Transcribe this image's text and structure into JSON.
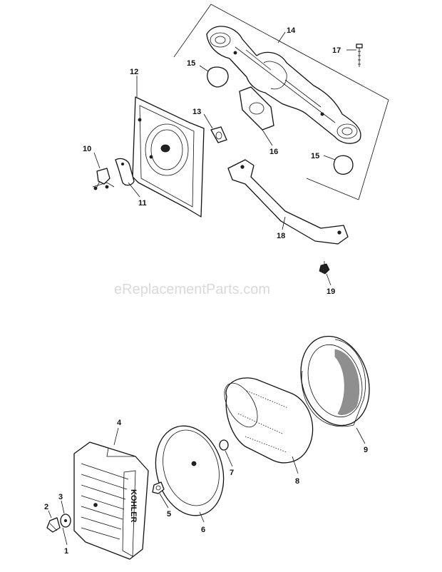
{
  "watermark": "eReplacementParts.com",
  "brand_mark": "KOHLER",
  "callouts": {
    "c1": "1",
    "c2": "2",
    "c3": "3",
    "c4": "4",
    "c5": "5",
    "c6": "6",
    "c7": "7",
    "c8": "8",
    "c9": "9",
    "c10": "10",
    "c11": "11",
    "c12": "12",
    "c13": "13",
    "c14": "14",
    "c15a": "15",
    "c15b": "15",
    "c16": "16",
    "c17": "17",
    "c18": "18",
    "c19": "19"
  }
}
